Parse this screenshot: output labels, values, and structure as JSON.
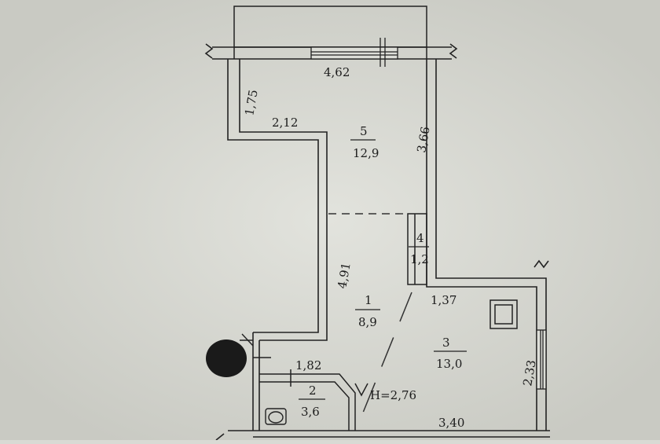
{
  "plan": {
    "rooms": [
      {
        "number": "5",
        "area": "12,9"
      },
      {
        "number": "1",
        "area": "8,9"
      },
      {
        "number": "4",
        "area": "1,2"
      },
      {
        "number": "3",
        "area": "13,0"
      },
      {
        "number": "2",
        "area": "3,6"
      }
    ],
    "dimensions": {
      "top_width": "4,62",
      "left_upper": "1,75",
      "step": "2,12",
      "right_upper": "3,66",
      "corridor_left": "4,91",
      "kitchen_top": "1,37",
      "kitchen_right": "2,33",
      "bath_top": "1,82",
      "bottom": "3,40"
    },
    "ceiling_height": "H=2,76",
    "colors": {
      "paper": "#d9dad4",
      "ink": "#1c1c1c"
    }
  }
}
